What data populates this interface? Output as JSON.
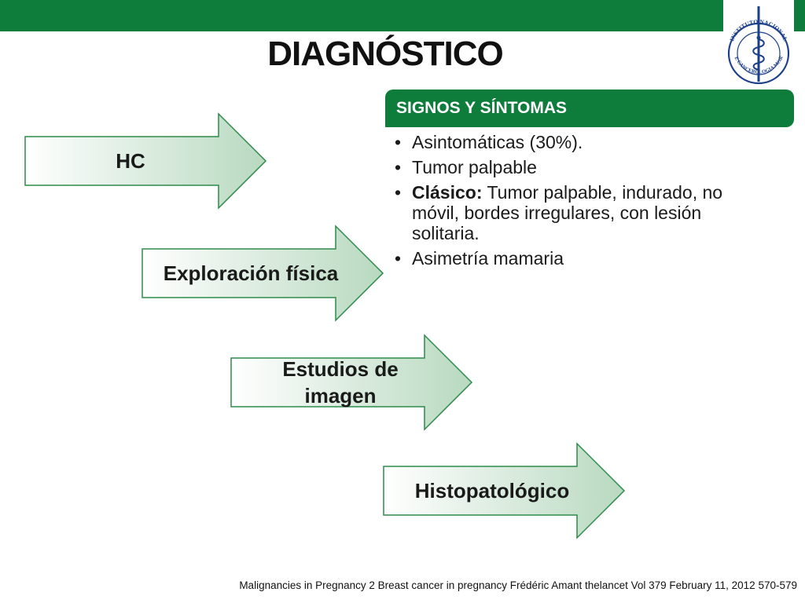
{
  "slide": {
    "title": "DIAGNÓSTICO",
    "footer": "Malignancies in Pregnancy 2 Breast cancer in pregnancy Frédéric Amant thelancet Vol 379 February 11, 2012 570-579"
  },
  "logo": {
    "arc_text_top": "INSTITUTO NACIONAL",
    "arc_text_bottom": "DE CANCEROLOGIA México",
    "icon": "institute-seal-icon"
  },
  "arrows": [
    {
      "label": "HC"
    },
    {
      "label": "Exploración física"
    },
    {
      "label": "Estudios de imagen"
    },
    {
      "label": "Histopatológico"
    }
  ],
  "panel": {
    "header": "SIGNOS Y SÍNTOMAS",
    "items": [
      {
        "bold": "",
        "text": "Asintomáticas (30%)."
      },
      {
        "bold": "",
        "text": "Tumor palpable"
      },
      {
        "bold": "Clásico:",
        "text": " Tumor palpable, indurado, no móvil, bordes irregulares, con lesión solitaria."
      },
      {
        "bold": "",
        "text": "Asimetría mamaria"
      }
    ]
  },
  "colors": {
    "brand_green": "#0e7d3c",
    "arrow_border": "#2e8b4a",
    "arrow_fill_start": "#ffffff",
    "arrow_fill_end": "#b8d9c0"
  }
}
